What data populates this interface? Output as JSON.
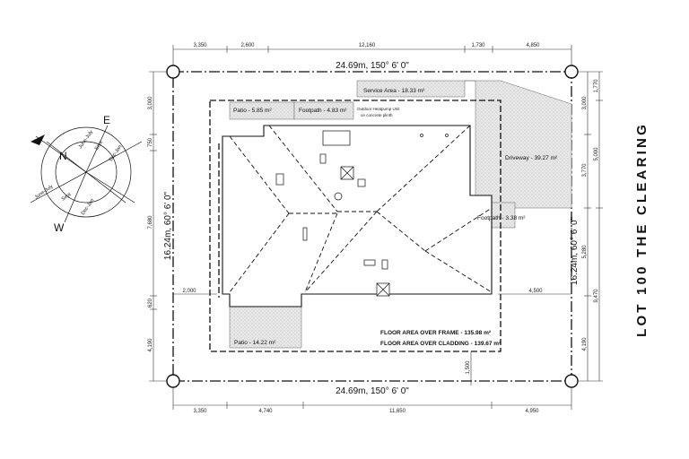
{
  "title": "LOT 100 THE CLEARING",
  "boundary": {
    "top": "24.69m, 150° 6' 0\"",
    "bottom": "24.69m, 150° 6' 0\"",
    "left": "16.24m, 60° 6' 0\"",
    "right": "16.24m, 60° 6' 0\""
  },
  "dims": {
    "top": [
      "3,350",
      "2,600",
      "12,160",
      "1,730",
      "4,850"
    ],
    "bottom": [
      "3,350",
      "4,740",
      "11,650",
      "4,950"
    ],
    "left": [
      "3,000",
      "750",
      "7,680",
      "620",
      "4,190"
    ],
    "right_outer": [
      "1,770",
      "5,000",
      "9,470"
    ],
    "right_inner": [
      "3,000",
      "3,770",
      "5,280",
      "4,190"
    ],
    "side_left": "2,000",
    "side_right": "4,500",
    "front": "1,500"
  },
  "labels": {
    "service_area": "Service Area - 18.33 m²",
    "patio_top": "Patio - 5.85 m²",
    "footpath_top": "Footpath - 4.83 m²",
    "heatpump_1": "Outdoor Heatpump Unit",
    "heatpump_2": "on concrete plinth",
    "driveway": "Driveway - 39.27 m²",
    "footpath_right": "Footpath - 3.38 m²",
    "patio_bottom": "Patio - 14.22 m²",
    "floor_frame": "FLOOR AREA OVER FRAME - 135.98 m²",
    "floor_cladding": "FLOOR AREA OVER CLADDING - 139.67 m²"
  },
  "compass": {
    "north": "N",
    "east": "E",
    "west": "W",
    "june_july_top": "June-July",
    "sept_top": "Sept",
    "dec_jan_top": "Dec-Jan",
    "june_july_bottom": "June-July",
    "sept_bottom": "Sept",
    "dec_jan_bottom": "Dec-Jan"
  },
  "colors": {
    "line": "#111111",
    "hatch": "#e4e4e4"
  }
}
